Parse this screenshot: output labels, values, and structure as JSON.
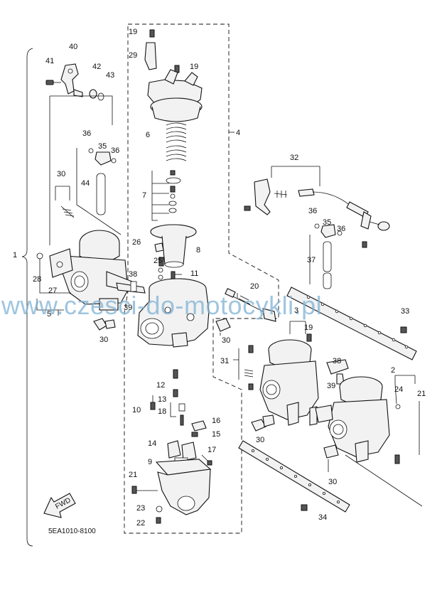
{
  "diagram": {
    "watermark": "www.czesci-do-motocykli.pl",
    "figure_code": "5EA1010-8100",
    "fwd_label": "FWD",
    "callouts": [
      "1",
      "2",
      "3",
      "4",
      "5",
      "6",
      "7",
      "8",
      "9",
      "10",
      "11",
      "12",
      "13",
      "14",
      "15",
      "16",
      "17",
      "18",
      "19",
      "20",
      "21",
      "22",
      "23",
      "24",
      "25",
      "26",
      "27",
      "28",
      "29",
      "30",
      "31",
      "32",
      "33",
      "34",
      "35",
      "36",
      "37",
      "38",
      "39",
      "40",
      "41",
      "42",
      "43",
      "44"
    ]
  }
}
